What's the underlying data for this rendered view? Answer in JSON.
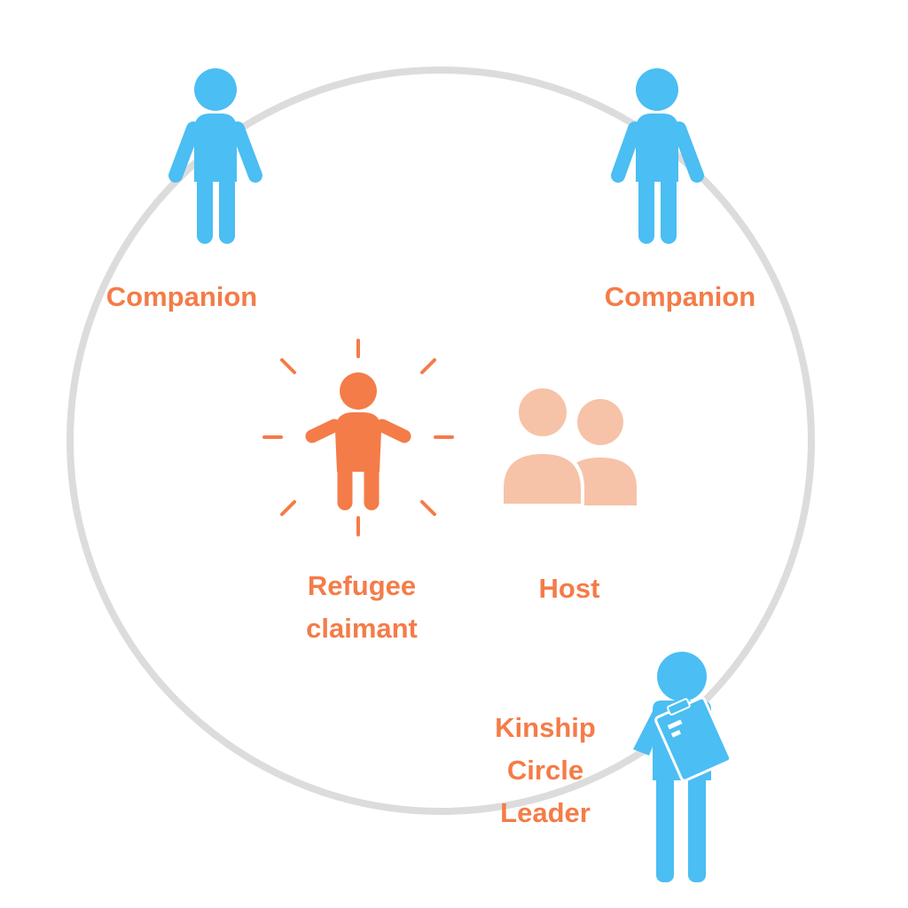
{
  "colors": {
    "circle": "#dcdcdc",
    "companion": "#4bbef3",
    "leader": "#4bbef3",
    "refugee": "#f47c48",
    "host": "#f6c3a8",
    "label": "#f47c48"
  },
  "icons": {
    "companion": "person-standing-icon",
    "refugee": "person-arms-out-glowing-icon",
    "host": "two-people-icon",
    "leader": "person-with-clipboard-icon"
  },
  "labels": {
    "companion_left": "Companion",
    "companion_right": "Companion",
    "refugee": [
      "Refugee",
      "claimant"
    ],
    "host": "Host",
    "leader": [
      "Kinship",
      "Circle",
      "Leader"
    ]
  }
}
